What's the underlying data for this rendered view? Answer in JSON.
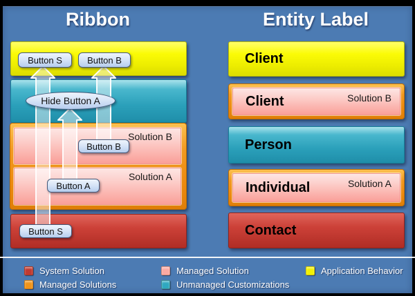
{
  "titles": {
    "left": "Ribbon",
    "right": "Entity Label"
  },
  "ribbon": {
    "application_behavior": {
      "buttons": [
        "Button S",
        "Button B"
      ]
    },
    "unmanaged_customizations": {
      "action": "Hide Button A"
    },
    "managed_solutions": [
      {
        "name": "Solution B",
        "button": "Button B"
      },
      {
        "name": "Solution A",
        "button": "Button A"
      }
    ],
    "system_solution": {
      "button": "Button S"
    }
  },
  "entity_label": {
    "rows": [
      {
        "value": "Client",
        "layer": "Application Behavior",
        "solution": ""
      },
      {
        "value": "Client",
        "layer": "Managed Solution",
        "solution": "Solution B"
      },
      {
        "value": "Person",
        "layer": "Unmanaged Customizations",
        "solution": ""
      },
      {
        "value": "Individual",
        "layer": "Managed Solution",
        "solution": "Solution A"
      },
      {
        "value": "Contact",
        "layer": "System Solution",
        "solution": ""
      }
    ]
  },
  "legend": {
    "items": [
      {
        "label": "System Solution",
        "color": "#C03A31"
      },
      {
        "label": "Managed Solution",
        "color": "#FBA9A3"
      },
      {
        "label": "Application Behavior",
        "color": "#F2F200"
      },
      {
        "label": "Managed Solutions",
        "color": "#F0941A"
      },
      {
        "label": "Unmanaged Customizations",
        "color": "#2FA8C0"
      }
    ]
  },
  "colors": {
    "background": "#4C7BB3",
    "frame": "#000000",
    "yellow": "#FBFB06",
    "teal": "#2BA0BA",
    "orange": "#EC8A0E",
    "pink": "#FBB5AF",
    "red": "#C43A31",
    "button_fill": "#D8E5F7",
    "arrow": "rgba(255,255,255,0.45)"
  }
}
